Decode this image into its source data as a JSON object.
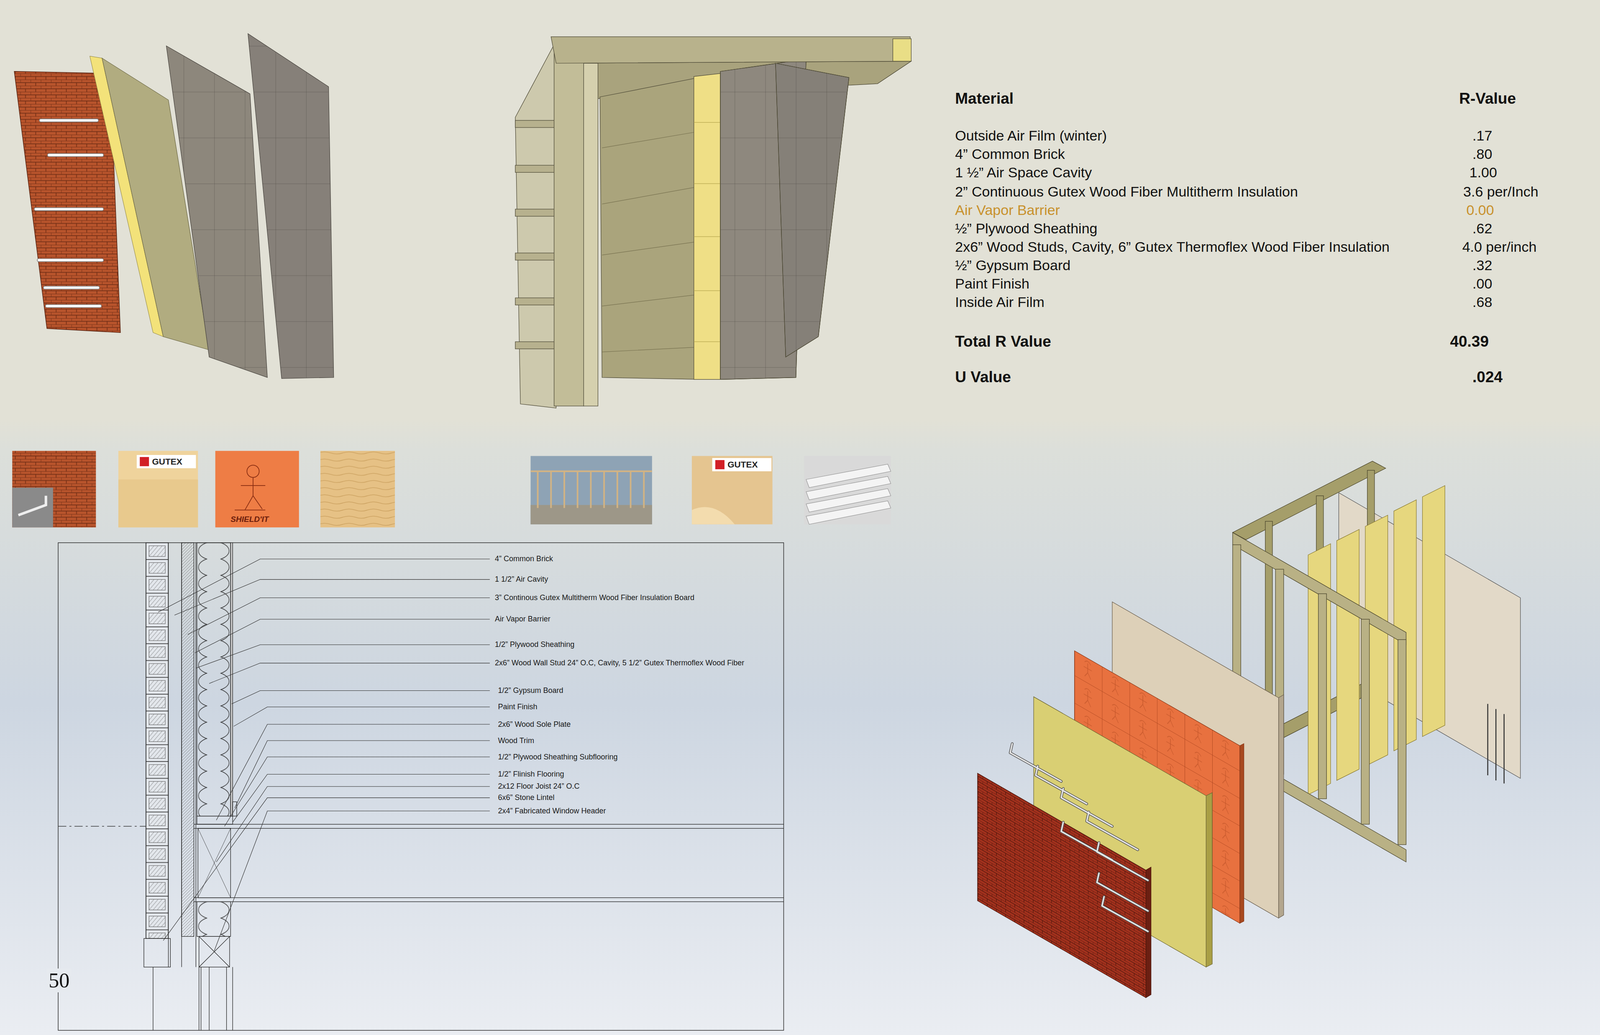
{
  "diagram": {
    "labels": [
      "Material",
      "R-Value",
      "Outside Air Film (winter)",
      ".17",
      "4” Common Brick",
      ".80",
      "1 ½” Air Space Cavity",
      "1.00",
      "2” Continuous Gutex Wood Fiber Multitherm Insulation",
      "3.6 per/Inch",
      "Air Vapor Barrier",
      "0.00",
      "½” Plywood Sheathing",
      ".62",
      "2x6” Wood Studs, Cavity, 6” Gutex Thermoflex Wood Fiber Insulation",
      "4.0 per/inch",
      "½” Gypsum Board",
      ".32",
      "Paint Finish",
      ".00",
      "Inside Air Film",
      ".68",
      "Total R Value",
      "40.39",
      "U Value",
      ".024",
      "GUTEX",
      "SHIELD'IT",
      "GUTEX",
      "4” Common Brick",
      "1 1/2” Air Cavity",
      "3” Continous Gutex Multitherm Wood Fiber Insulation Board",
      "Air Vapor Barrier",
      "1/2” Plywood Sheathing",
      "2x6” Wood Wall Stud 24” O.C, Cavity, 5 1/2” Gutex Thermoflex Wood Fiber",
      "1/2” Gypsum Board",
      "Paint Finish",
      "2x6” Wood Sole Plate",
      "Wood Trim",
      "1/2” Plywood Sheathing Subflooring",
      "1/2” Flinish Flooring",
      "2x12 Floor Joist 24” O.C",
      "6x6” Stone Lintel",
      "2x4” Fabricated Window Header",
      "50"
    ]
  }
}
